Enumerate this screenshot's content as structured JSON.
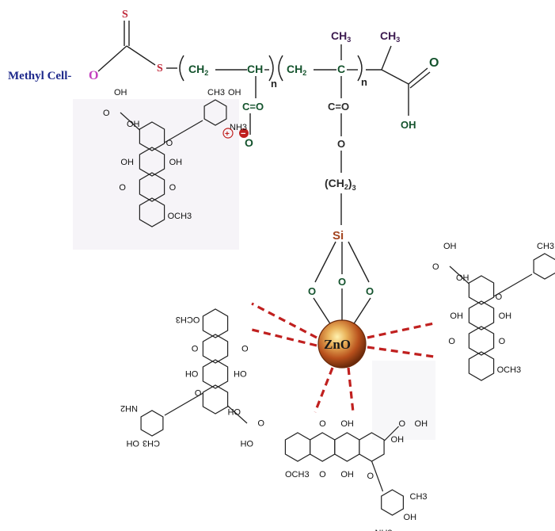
{
  "polymer": {
    "methyl_cell": "Methyl Cell-",
    "o_link": "O",
    "thio_s": "S",
    "ester_s": "S",
    "ch2_a": "CH",
    "ch2_a_sub": "2",
    "ch_a": "CH",
    "n_a": "n",
    "ch2_b": "CH",
    "ch2_b_sub": "2",
    "c_quat": "C",
    "n_b": "n",
    "ch3_a": "CH",
    "ch3_a_sub": "3",
    "ch3_b": "CH",
    "ch3_b_sub": "3",
    "acid_o": "O",
    "acid_oh": "OH",
    "co_left": "C=O",
    "co_right": "C=O",
    "ester_o": "O",
    "neg_o": "O",
    "minus": "−",
    "plus": "+",
    "propyl_open": "(CH",
    "propyl_sub": "2",
    "propyl_close": ")",
    "propyl_n": "3",
    "si": "Si",
    "si_o1": "O",
    "si_o2": "O",
    "si_o3": "O",
    "zno": "ZnO"
  },
  "drug_labels": {
    "oh": "OH",
    "o": "O",
    "ho": "HO",
    "och3": "OCH3",
    "nh2": "NH2",
    "nh3": "NH3",
    "ch3": "CH3"
  },
  "colors": {
    "methyl_cell": "#1f2a8c",
    "o_link": "#c43fbf",
    "sulfur": "#c0283a",
    "backbone_text": "#14532d",
    "ch3_text": "#3b1a4f",
    "ester_text": "#2b2b2b",
    "si": "#a3441f",
    "zno_core": "#b8501c",
    "zno_rim": "#6b2a0a",
    "dash": "#c0201f",
    "anion": "#c0201f"
  }
}
